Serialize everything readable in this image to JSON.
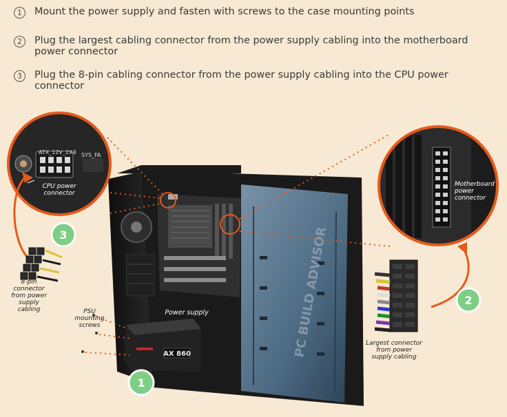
{
  "steps": [
    {
      "num": "1",
      "text": "Mount the power supply and fasten with screws to the case mounting points"
    },
    {
      "num": "2",
      "text": "Plug the largest cabling connector from the power supply cabling into the motherboard power connector"
    },
    {
      "num": "3",
      "text": "Plug the 8-pin cabling connector from the power supply cabling into the CPU power connector"
    }
  ],
  "labels": {
    "atx": "ATX_12V_2X4",
    "sys_fan": "SYS_FA",
    "cpu_power_connector": "CPU power connector",
    "motherboard_power_connector": "Motherboard power connector",
    "eight_pin": "8-pin connector from power supply cabling",
    "psu_screws": "PSU mounting screws",
    "power_supply": "Power supply",
    "largest_connector": "Largest connector from power supply cabling",
    "watermark": "PC BUILD ADVISOR",
    "psu_model": "AX 860",
    "badge1": "1",
    "badge2": "2",
    "badge3": "3"
  },
  "colors": {
    "background": "#f7e9d3",
    "callout_orange": "#e55a1b",
    "badge_green": "#7fce85",
    "case_black": "#161616",
    "panel_blue": "#5d7c95"
  }
}
